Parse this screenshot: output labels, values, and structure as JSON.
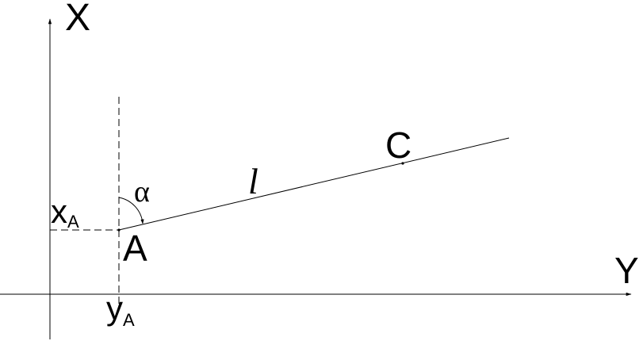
{
  "diagram": {
    "axis_x_label": "X",
    "axis_y_label": "Y",
    "point_a_label": "A",
    "point_c_label": "C",
    "x_a_main": "x",
    "x_a_sub": "A",
    "y_a_main": "y",
    "y_a_sub": "A",
    "angle_label": "α",
    "length_label": "l"
  }
}
